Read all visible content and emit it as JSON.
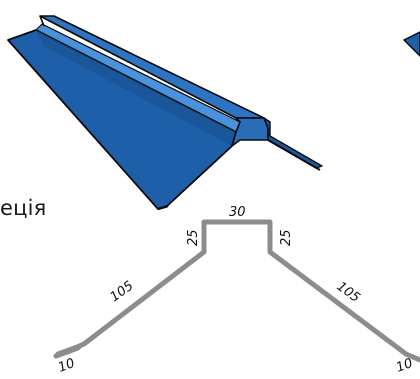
{
  "caption_fragment": "еція",
  "colors": {
    "panel_blue": "#1d5fa8",
    "panel_blue_light": "#3b86d3",
    "panel_blue_dark": "#12447f",
    "outline": "#0a0a0a",
    "profile_gray": "#8c8c8c"
  },
  "dimensions": {
    "top_width": "30",
    "left_riser": "25",
    "right_riser": "25",
    "left_slope": "105",
    "right_slope": "105",
    "left_hem": "10",
    "right_hem": "10"
  }
}
